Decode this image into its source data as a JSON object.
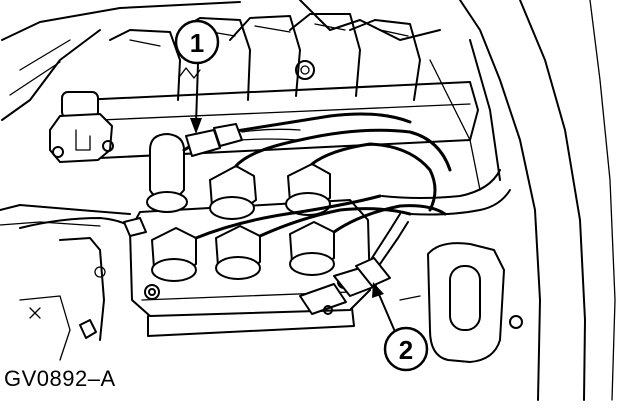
{
  "figure": {
    "code": "GV0892–A"
  },
  "callouts": [
    {
      "label": "1"
    },
    {
      "label": "2"
    }
  ]
}
